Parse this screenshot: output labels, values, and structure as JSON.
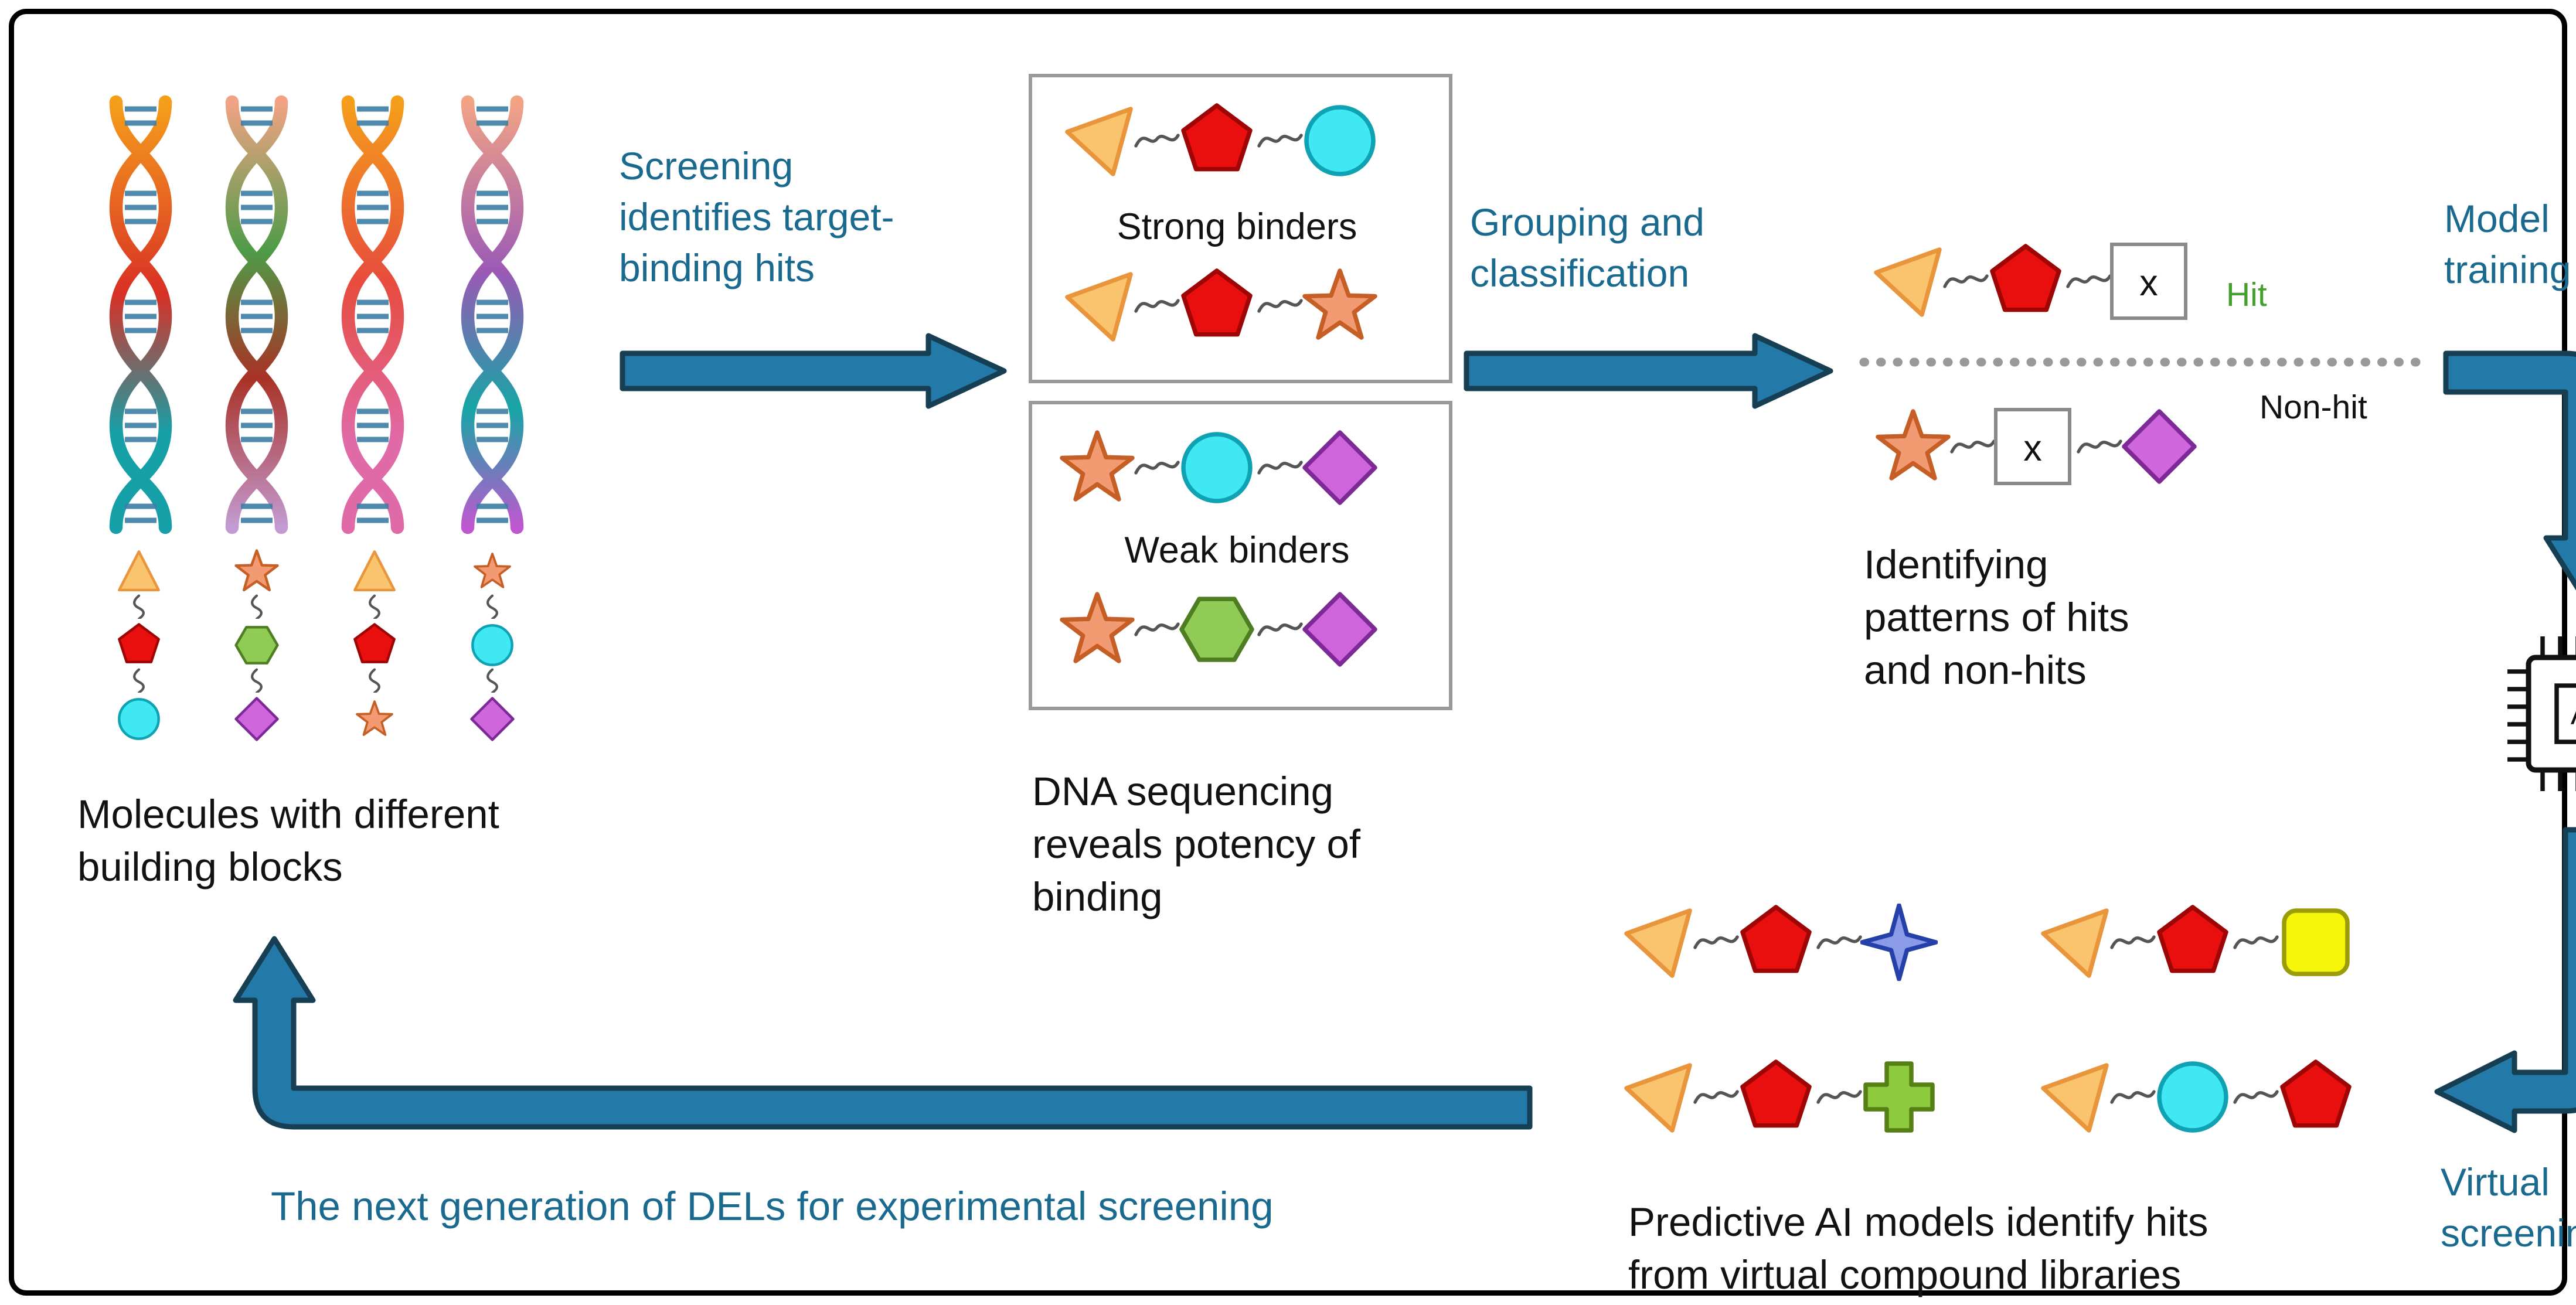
{
  "colors": {
    "arrow_fill": "#2379A7",
    "arrow_stroke": "#173F54",
    "heading_blue": "#1A6A90",
    "hit_green": "#43A02C",
    "text_black": "#121212"
  },
  "left": {
    "caption_lines": [
      "Molecules with different",
      "building blocks"
    ],
    "helix_chains": [
      [
        "triangle",
        "pentagon",
        "circle"
      ],
      [
        "star",
        "hexagon",
        "diamond"
      ],
      [
        "triangle",
        "pentagon",
        "star"
      ],
      [
        "star",
        "circle",
        "diamond"
      ]
    ]
  },
  "screening": {
    "lines": [
      "Screening",
      "identifies target-",
      "binding hits"
    ]
  },
  "binders": {
    "strong_label": "Strong binders",
    "weak_label": "Weak binders",
    "caption_lines": [
      "DNA sequencing",
      "reveals potency of",
      "binding"
    ],
    "strong_rows": [
      [
        "triangle",
        "pentagon",
        "circle"
      ],
      [
        "triangle",
        "pentagon",
        "star"
      ]
    ],
    "weak_rows": [
      [
        "star",
        "circle",
        "diamond"
      ],
      [
        "star",
        "hexagon",
        "diamond"
      ]
    ]
  },
  "grouping": {
    "lines": [
      "Grouping and",
      "classification"
    ]
  },
  "classification": {
    "hit_label": "Hit",
    "non_hit_label": "Non-hit",
    "x_marker": "x",
    "caption_lines": [
      "Identifying",
      "patterns of hits",
      "and non-hits"
    ],
    "hit_row": [
      "triangle",
      "pentagon",
      "x-box"
    ],
    "non_hit_row": [
      "star",
      "x-box",
      "diamond"
    ]
  },
  "model_training": {
    "lines": [
      "Model",
      "training"
    ]
  },
  "chip": {
    "label": "AI"
  },
  "virtual_screening": {
    "lines": [
      "Virtual",
      "screening"
    ]
  },
  "predictive": {
    "caption_lines": [
      "Predictive AI models identify hits",
      "from virtual compound libraries"
    ],
    "rows": [
      [
        "triangle",
        "pentagon",
        "four-point-star"
      ],
      [
        "triangle",
        "pentagon",
        "rounded-square"
      ],
      [
        "triangle",
        "pentagon",
        "cross"
      ],
      [
        "triangle",
        "circle",
        "pentagon"
      ]
    ]
  },
  "next_generation": {
    "label": "The next generation of DELs for experimental screening"
  }
}
